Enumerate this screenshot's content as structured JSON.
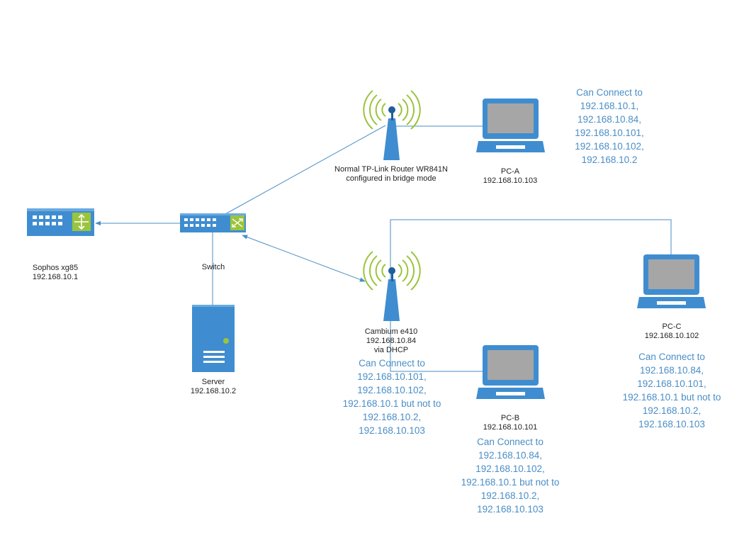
{
  "devices": {
    "sophos": {
      "name": "Sophos xg85",
      "ip": "192.168.10.1"
    },
    "switch": {
      "name": "Switch"
    },
    "server": {
      "name": "Server",
      "ip": "192.168.10.2"
    },
    "tplink": {
      "line1": "Normal TP-Link Router WR841N",
      "line2": "configured in bridge mode"
    },
    "cambium": {
      "name": "Cambium e410",
      "ip": "192.168.10.84",
      "mode": "via DHCP"
    },
    "pc_a": {
      "name": "PC-A",
      "ip": "192.168.10.103"
    },
    "pc_b": {
      "name": "PC-B",
      "ip": "192.168.10.101"
    },
    "pc_c": {
      "name": "PC-C",
      "ip": "192.168.10.102"
    }
  },
  "notes": {
    "pc_a": [
      "Can Connect to",
      "192.168.10.1,",
      "192.168.10.84,",
      "192.168.10.101,",
      "192.168.10.102,",
      "192.168.10.2"
    ],
    "cambium": [
      "Can Connect to",
      "192.168.10.101,",
      "192.168.10.102,",
      "192.168.10.1 but not to",
      "192.168.10.2,",
      "192.168.10.103"
    ],
    "pc_b": [
      "Can Connect to",
      "192.168.10.84,",
      "192.168.10.102,",
      "192.168.10.1 but not to",
      "192.168.10.2,",
      "192.168.10.103"
    ],
    "pc_c": [
      "Can Connect to",
      "192.168.10.84,",
      "192.168.10.101,",
      "192.168.10.1 but not to",
      "192.168.10.2,",
      "192.168.10.103"
    ]
  },
  "colors": {
    "device": "#3f8dd0",
    "line": "#4a8ec6",
    "screen": "#a6a6a6",
    "wifi": "#9bc43d",
    "note_text": "#4a8ec6"
  }
}
